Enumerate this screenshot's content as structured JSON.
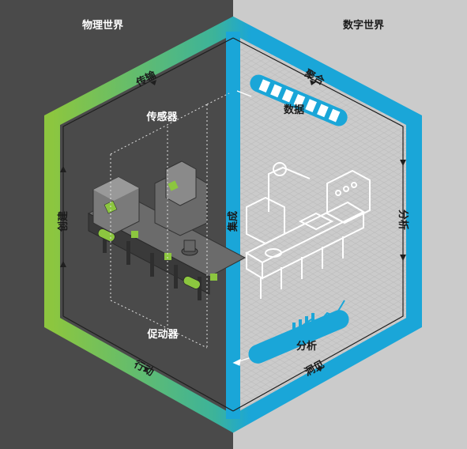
{
  "headers": {
    "physical_world": "物理世界",
    "digital_world": "数字世界"
  },
  "cycle_labels": {
    "transmit": "传输",
    "aggregate": "聚合",
    "analyze_right": "分析",
    "insight": "洞见",
    "act": "行动",
    "create": "创建"
  },
  "center_labels": {
    "integrate": "集成",
    "sensors": "传感器",
    "actuators": "促动器",
    "data": "数据",
    "analysis": "分析"
  },
  "colors": {
    "physical_bg": "#4a4a4a",
    "digital_bg": "#cbcbcb",
    "green": "#8cc63f",
    "blue": "#1aa6d8"
  }
}
